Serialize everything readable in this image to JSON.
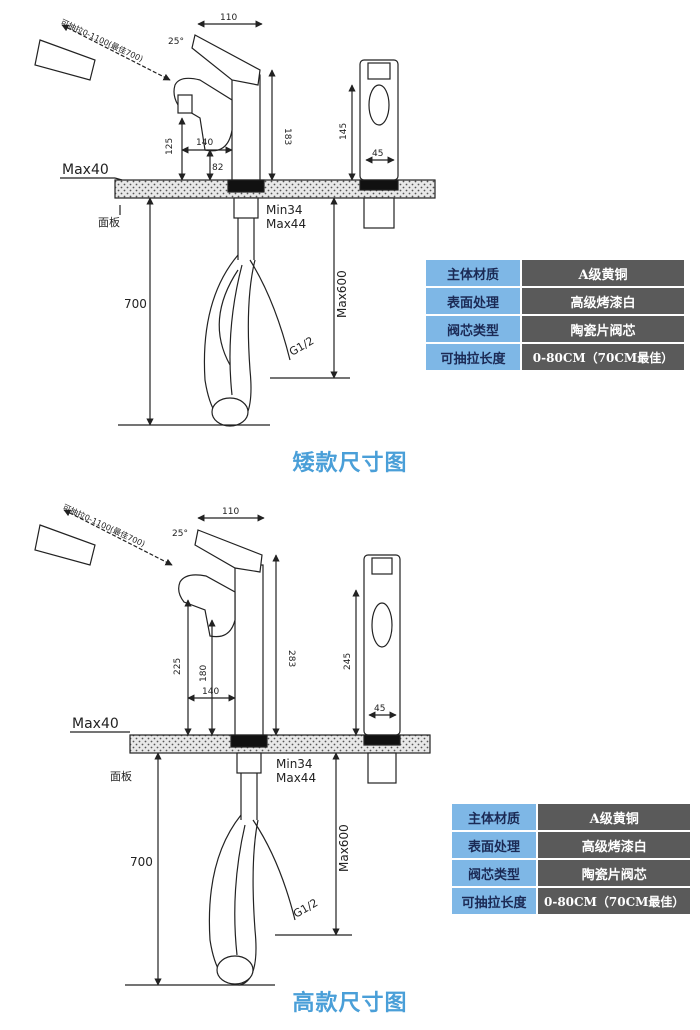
{
  "diagrams": [
    {
      "labels": {
        "pull": "可抽拉0-1100(最佳700)",
        "d110": "110",
        "d25": "25°",
        "d183": "183",
        "d125": "125",
        "d140": "140",
        "d82": "82",
        "d145": "145",
        "d45": "45",
        "max40": "Max40",
        "panel": "面板",
        "min34": "Min34",
        "max44": "Max44",
        "d700": "700",
        "max600": "Max600",
        "g12": "G1/2"
      },
      "specs": [
        {
          "key": "主体材质",
          "value": "A级黄铜"
        },
        {
          "key": "表面处理",
          "value": "高级烤漆白"
        },
        {
          "key": "阀芯类型",
          "value": "陶瓷片阀芯"
        },
        {
          "key": "可抽拉长度",
          "value": "0-80CM（70CM最佳）"
        }
      ],
      "caption": "矮款尺寸图"
    },
    {
      "labels": {
        "pull": "可抽拉0-1100(最佳700)",
        "d110": "110",
        "d25": "25°",
        "d283": "283",
        "d225": "225",
        "d180": "180",
        "d140": "140",
        "d245": "245",
        "d45": "45",
        "max40": "Max40",
        "panel": "面板",
        "min34": "Min34",
        "max44": "Max44",
        "d700": "700",
        "max600": "Max600",
        "g12": "G1/2"
      },
      "specs": [
        {
          "key": "主体材质",
          "value": "A级黄铜"
        },
        {
          "key": "表面处理",
          "value": "高级烤漆白"
        },
        {
          "key": "阀芯类型",
          "value": "陶瓷片阀芯"
        },
        {
          "key": "可抽拉长度",
          "value": "0-80CM（70CM最佳）"
        }
      ],
      "caption": "高款尺寸图"
    }
  ],
  "colors": {
    "spec_key_bg": "#7eb7e6",
    "spec_value_bg": "#5a5a5a",
    "caption": "#4a9fd8",
    "line": "#222222"
  }
}
